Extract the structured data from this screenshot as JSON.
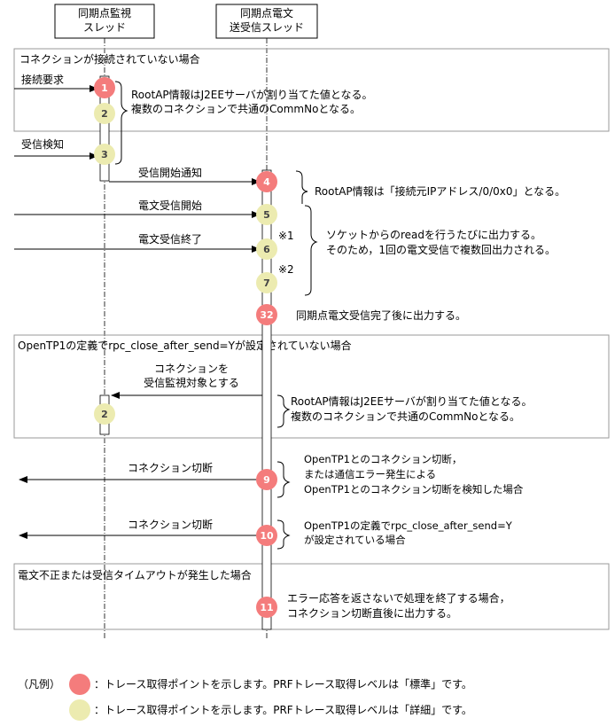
{
  "threads": {
    "monitor": [
      "同期点監視",
      "スレッド"
    ],
    "sendrecv": [
      "同期点電文",
      "送受信スレッド"
    ]
  },
  "frames": {
    "not_connected": "コネクションが接続されていない場合",
    "rpc_close": "OpenTP1の定義でrpc_close_after_send=Yが設定されていない場合",
    "invalid": "電文不正または受信タイムアウトが発生した場合"
  },
  "messages": {
    "connect_request": "接続要求",
    "recv_detect": "受信検知",
    "recv_start_notify": "受信開始通知",
    "msg_recv_start": "電文受信開始",
    "msg_recv_end": "電文受信終了",
    "conn_monitor": [
      "コネクションを",
      "受信監視対象とする"
    ],
    "disconnect_1": "コネクション切断",
    "disconnect_2": "コネクション切断"
  },
  "notes": {
    "rootap_j2ee_1": [
      "RootAP情報はJ2EEサーバが割り当てた値となる。",
      "複数のコネクションで共通のCommNoとなる。"
    ],
    "rootap_addr": "RootAP情報は「接続元IPアドレス/0/0x0」となる。",
    "socket_read": [
      "ソケットからのreadを行うたびに出力する。",
      "そのため，1回の電文受信で複数回出力される。"
    ],
    "after_complete": "同期点電文受信完了後に出力する。",
    "rootap_j2ee_2": [
      "RootAP情報はJ2EEサーバが割り当てた値となる。",
      "複数のコネクションで共通のCommNoとなる。"
    ],
    "disconnect_detect": [
      "OpenTP1とのコネクション切断，",
      "または通信エラー発生による",
      "OpenTP1とのコネクション切断を検知した場合"
    ],
    "rpc_close_set": [
      "OpenTP1の定義でrpc_close_after_send=Y",
      "が設定されている場合"
    ],
    "error_end": [
      "エラー応答を返さないで処理を終了する場合，",
      "コネクション切断直後に出力する。"
    ],
    "mark1": "※1",
    "mark2": "※2"
  },
  "points": {
    "p1": "1",
    "p2": "2",
    "p3": "3",
    "p4": "4",
    "p5": "5",
    "p6": "6",
    "p7": "7",
    "p32": "32",
    "p2b": "2",
    "p9": "9",
    "p10": "10",
    "p11": "11"
  },
  "legend": {
    "label": "（凡例）",
    "standard": "：トレース取得ポイントを示します。PRFトレース取得レベルは「標準」です。",
    "detail": "：トレース取得ポイントを示します。PRFトレース取得レベルは「詳細」です。"
  },
  "colors": {
    "standard": "#f47c7c",
    "detail": "#ecebb0",
    "frame": "#9a9a9a"
  }
}
